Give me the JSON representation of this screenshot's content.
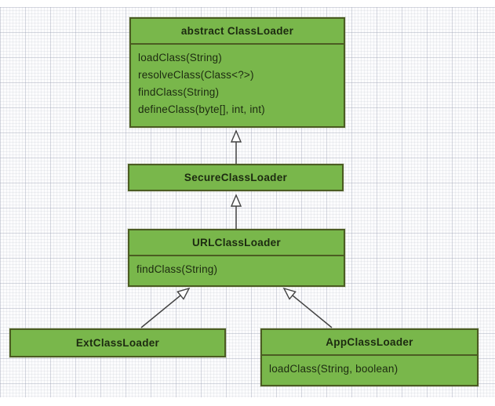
{
  "diagram": {
    "type": "uml-class-diagram",
    "subject": "Java ClassLoader hierarchy",
    "classes": [
      {
        "name": "abstract ClassLoader",
        "methods": [
          "loadClass(String)",
          "resolveClass(Class<?>)",
          "findClass(String)",
          "defineClass(byte[], int, int)"
        ]
      },
      {
        "name": "SecureClassLoader",
        "methods": []
      },
      {
        "name": "URLClassLoader",
        "methods": [
          "findClass(String)"
        ]
      },
      {
        "name": "ExtClassLoader",
        "methods": []
      },
      {
        "name": "AppClassLoader",
        "methods": [
          "loadClass(String, boolean)"
        ]
      }
    ],
    "relations": [
      {
        "from": "SecureClassLoader",
        "to": "abstract ClassLoader",
        "type": "inheritance"
      },
      {
        "from": "URLClassLoader",
        "to": "SecureClassLoader",
        "type": "inheritance"
      },
      {
        "from": "ExtClassLoader",
        "to": "URLClassLoader",
        "type": "inheritance"
      },
      {
        "from": "AppClassLoader",
        "to": "URLClassLoader",
        "type": "inheritance"
      }
    ],
    "colors": {
      "box_fill": "#79b74b",
      "box_border": "#4b5c22",
      "text": "#1c2a10",
      "connector": "#424242",
      "arrowhead_fill": "#fdfdfd",
      "background": "#fcfcfd"
    }
  }
}
